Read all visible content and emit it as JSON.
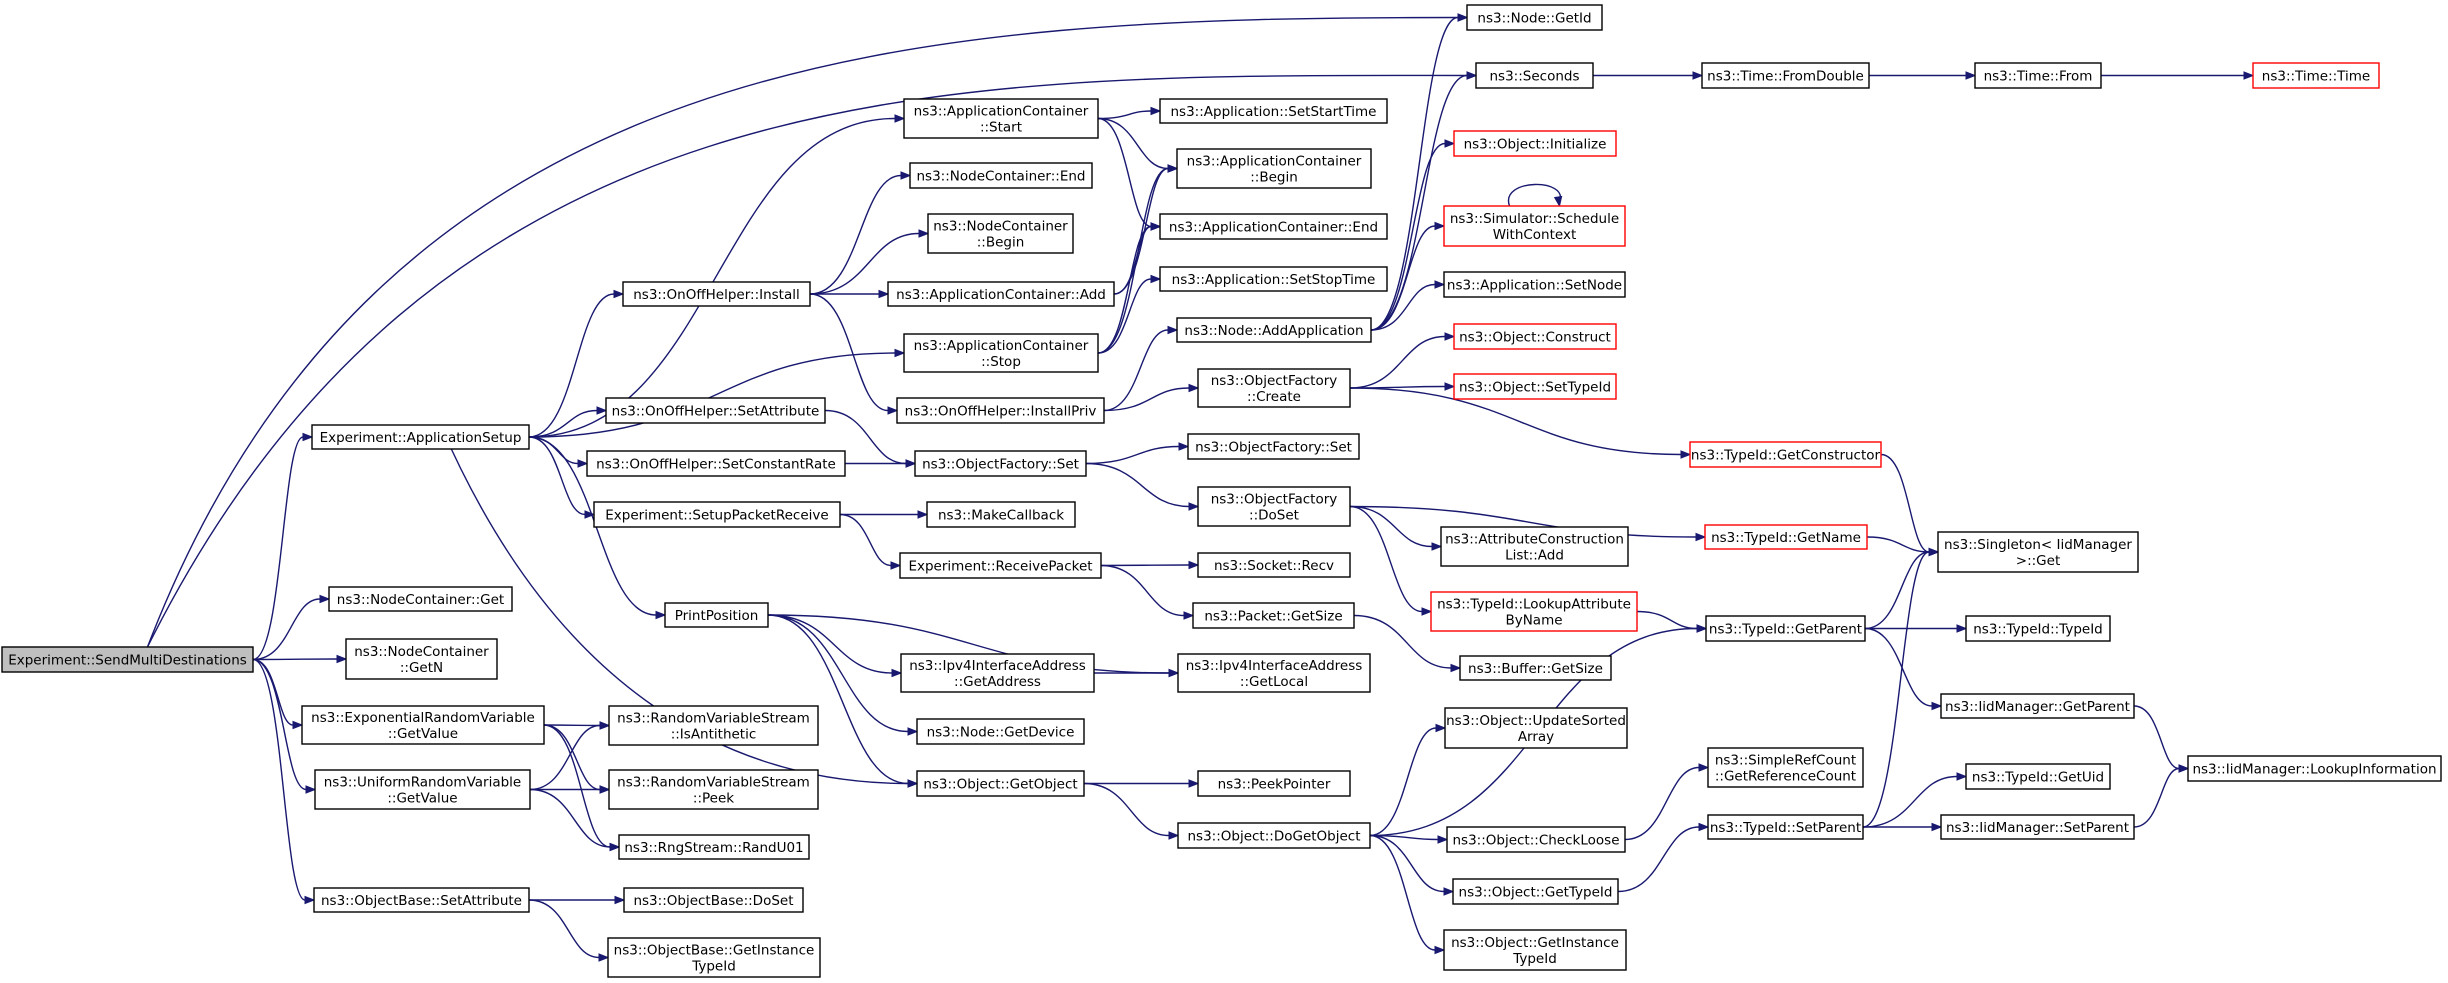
{
  "colors": {
    "edge": "#191970",
    "root_fill": "#bfbfbf",
    "highlight_border": "#ff0000"
  },
  "nodes": {
    "root": {
      "lines": [
        "Experiment::SendMultiDestinations"
      ]
    },
    "appsetup": {
      "lines": [
        "Experiment::ApplicationSetup"
      ]
    },
    "nc_get": {
      "lines": [
        "ns3::NodeContainer::Get"
      ]
    },
    "nc_getn": {
      "lines": [
        "ns3::NodeContainer",
        "::GetN"
      ]
    },
    "exp_getvalue": {
      "lines": [
        "ns3::ExponentialRandomVariable",
        "::GetValue"
      ]
    },
    "uni_getvalue": {
      "lines": [
        "ns3::UniformRandomVariable",
        "::GetValue"
      ]
    },
    "ob_setattr": {
      "lines": [
        "ns3::ObjectBase::SetAttribute"
      ]
    },
    "onoff_install": {
      "lines": [
        "ns3::OnOffHelper::Install"
      ]
    },
    "onoff_setattr": {
      "lines": [
        "ns3::OnOffHelper::SetAttribute"
      ]
    },
    "onoff_setrate": {
      "lines": [
        "ns3::OnOffHelper::SetConstantRate"
      ]
    },
    "setup_recv": {
      "lines": [
        "Experiment::SetupPacketReceive"
      ]
    },
    "printpos": {
      "lines": [
        "PrintPosition"
      ]
    },
    "rvs_isanti": {
      "lines": [
        "ns3::RandomVariableStream",
        "::IsAntithetic"
      ]
    },
    "rvs_peek": {
      "lines": [
        "ns3::RandomVariableStream",
        "::Peek"
      ]
    },
    "rng_randu01": {
      "lines": [
        "ns3::RngStream::RandU01"
      ]
    },
    "ob_doset": {
      "lines": [
        "ns3::ObjectBase::DoSet"
      ]
    },
    "ob_getinstance": {
      "lines": [
        "ns3::ObjectBase::GetInstance",
        "TypeId"
      ]
    },
    "ac_start": {
      "lines": [
        "ns3::ApplicationContainer",
        "::Start"
      ]
    },
    "nc_end": {
      "lines": [
        "ns3::NodeContainer::End"
      ]
    },
    "nc_begin": {
      "lines": [
        "ns3::NodeContainer",
        "::Begin"
      ]
    },
    "ac_add": {
      "lines": [
        "ns3::ApplicationContainer::Add"
      ]
    },
    "ac_stop": {
      "lines": [
        "ns3::ApplicationContainer",
        "::Stop"
      ]
    },
    "onoff_installpriv": {
      "lines": [
        "ns3::OnOffHelper::InstallPriv"
      ]
    },
    "of_set": {
      "lines": [
        "ns3::ObjectFactory::Set"
      ]
    },
    "makecallback": {
      "lines": [
        "ns3::MakeCallback"
      ]
    },
    "recvpacket": {
      "lines": [
        "Experiment::ReceivePacket"
      ]
    },
    "ipv4_getaddr": {
      "lines": [
        "ns3::Ipv4InterfaceAddress",
        "::GetAddress"
      ]
    },
    "node_getdevice": {
      "lines": [
        "ns3::Node::GetDevice"
      ]
    },
    "obj_getobject": {
      "lines": [
        "ns3::Object::GetObject"
      ]
    },
    "app_setstart": {
      "lines": [
        "ns3::Application::SetStartTime"
      ]
    },
    "ac_begin": {
      "lines": [
        "ns3::ApplicationContainer",
        "::Begin"
      ]
    },
    "ac_end": {
      "lines": [
        "ns3::ApplicationContainer::End"
      ]
    },
    "app_setstop": {
      "lines": [
        "ns3::Application::SetStopTime"
      ]
    },
    "node_addapp": {
      "lines": [
        "ns3::Node::AddApplication"
      ]
    },
    "of_create": {
      "lines": [
        "ns3::ObjectFactory",
        "::Create"
      ]
    },
    "of_set2": {
      "lines": [
        "ns3::ObjectFactory::Set"
      ]
    },
    "of_doset": {
      "lines": [
        "ns3::ObjectFactory",
        "::DoSet"
      ]
    },
    "socket_recv": {
      "lines": [
        "ns3::Socket::Recv"
      ]
    },
    "packet_getsize": {
      "lines": [
        "ns3::Packet::GetSize"
      ]
    },
    "ipv4_getlocal": {
      "lines": [
        "ns3::Ipv4InterfaceAddress",
        "::GetLocal"
      ]
    },
    "peekpointer": {
      "lines": [
        "ns3::PeekPointer"
      ]
    },
    "obj_dogetobject": {
      "lines": [
        "ns3::Object::DoGetObject"
      ]
    },
    "node_getid": {
      "lines": [
        "ns3::Node::GetId"
      ]
    },
    "seconds": {
      "lines": [
        "ns3::Seconds"
      ]
    },
    "obj_initialize": {
      "lines": [
        "ns3::Object::Initialize"
      ]
    },
    "sim_schedule": {
      "lines": [
        "ns3::Simulator::Schedule",
        "WithContext"
      ]
    },
    "app_setnode": {
      "lines": [
        "ns3::Application::SetNode"
      ]
    },
    "obj_construct": {
      "lines": [
        "ns3::Object::Construct"
      ]
    },
    "obj_settypeid": {
      "lines": [
        "ns3::Object::SetTypeId"
      ]
    },
    "attrconst_add": {
      "lines": [
        "ns3::AttributeConstruction",
        "List::Add"
      ]
    },
    "tid_lookupattr": {
      "lines": [
        "ns3::TypeId::LookupAttribute",
        "ByName"
      ]
    },
    "buffer_getsize": {
      "lines": [
        "ns3::Buffer::GetSize"
      ]
    },
    "obj_updatesorted": {
      "lines": [
        "ns3::Object::UpdateSorted",
        "Array"
      ]
    },
    "obj_checkloose": {
      "lines": [
        "ns3::Object::CheckLoose"
      ]
    },
    "obj_gettypeid": {
      "lines": [
        "ns3::Object::GetTypeId"
      ]
    },
    "obj_getinstancetid": {
      "lines": [
        "ns3::Object::GetInstance",
        "TypeId"
      ]
    },
    "time_fromdouble": {
      "lines": [
        "ns3::Time::FromDouble"
      ]
    },
    "tid_getconstructor": {
      "lines": [
        "ns3::TypeId::GetConstructor"
      ]
    },
    "tid_getname": {
      "lines": [
        "ns3::TypeId::GetName"
      ]
    },
    "tid_getparent": {
      "lines": [
        "ns3::TypeId::GetParent"
      ]
    },
    "simplerefcount": {
      "lines": [
        "ns3::SimpleRefCount",
        "::GetReferenceCount"
      ]
    },
    "tid_setparent": {
      "lines": [
        "ns3::TypeId::SetParent"
      ]
    },
    "time_from": {
      "lines": [
        "ns3::Time::From"
      ]
    },
    "singleton_get": {
      "lines": [
        "ns3::Singleton< IidManager",
        ">::Get"
      ]
    },
    "tid_typeid": {
      "lines": [
        "ns3::TypeId::TypeId"
      ]
    },
    "iid_getparent": {
      "lines": [
        "ns3::IidManager::GetParent"
      ]
    },
    "tid_getuid": {
      "lines": [
        "ns3::TypeId::GetUid"
      ]
    },
    "iid_setparent": {
      "lines": [
        "ns3::IidManager::SetParent"
      ]
    },
    "time_time": {
      "lines": [
        "ns3::Time::Time"
      ]
    },
    "iid_lookupinfo": {
      "lines": [
        "ns3::IidManager::LookupInformation"
      ]
    }
  }
}
